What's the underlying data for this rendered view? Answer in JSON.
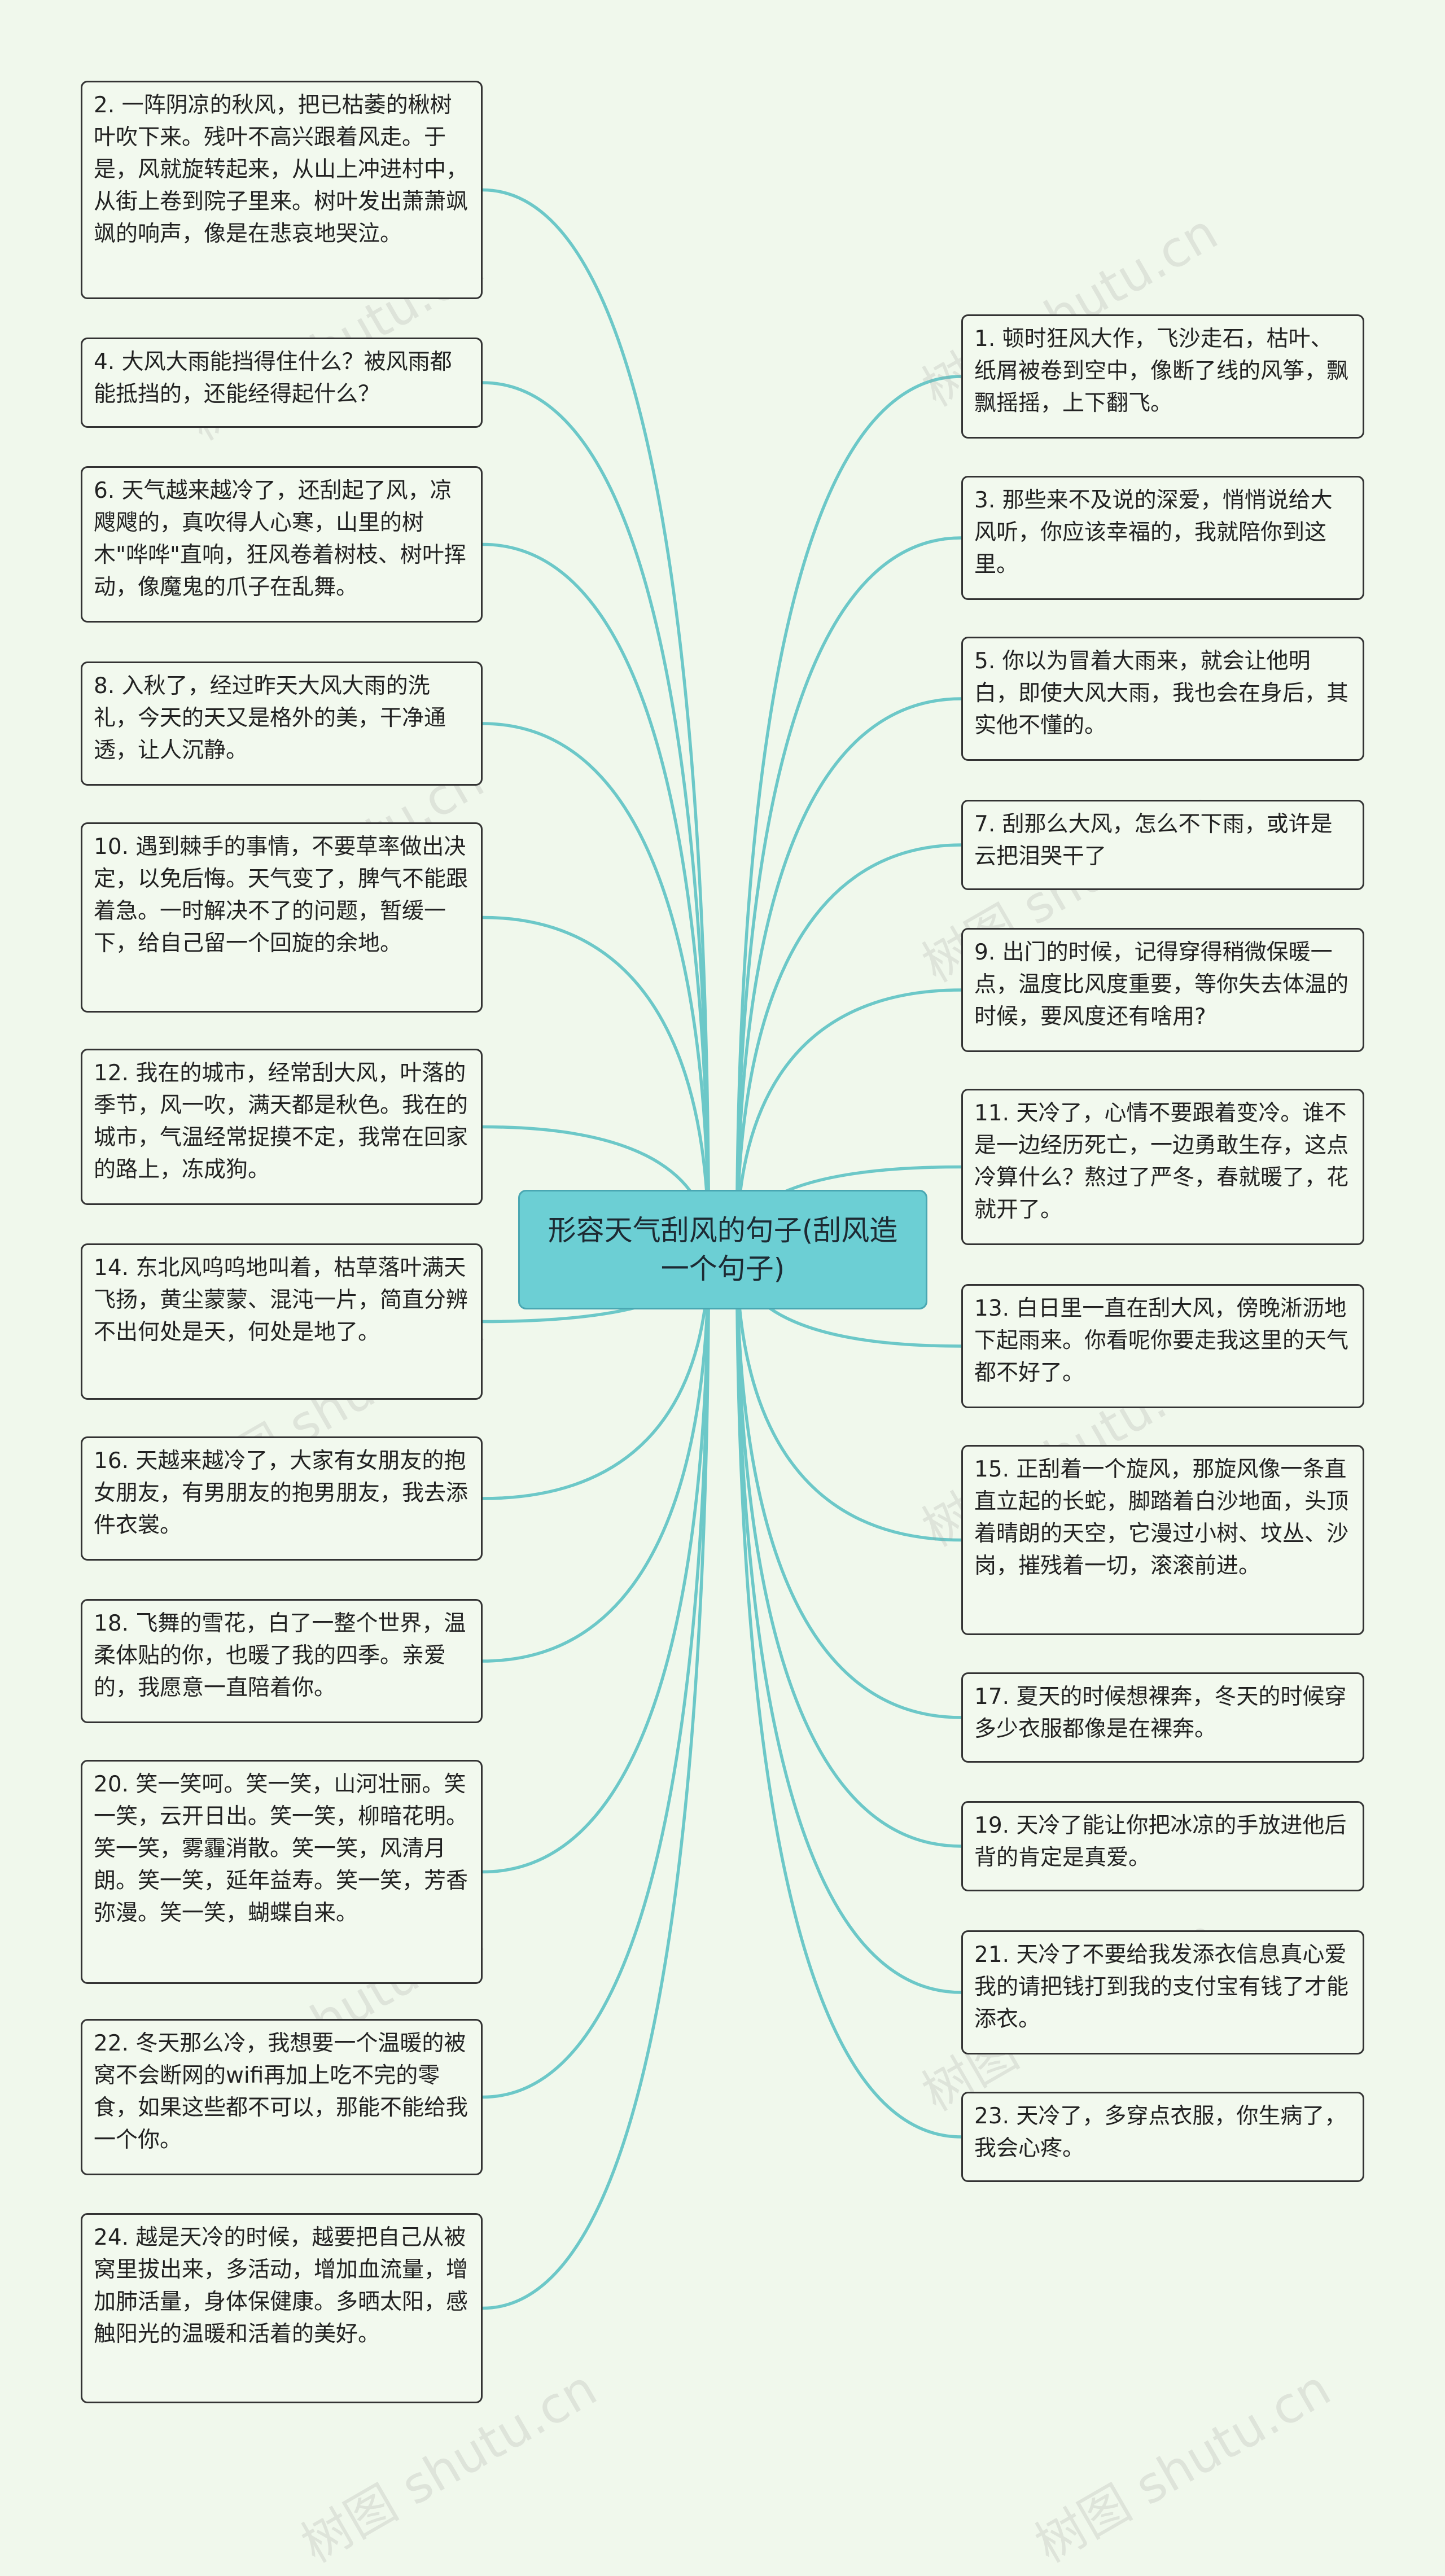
{
  "title": "形容天气刮风的句子(刮风造一个句子)",
  "watermark": "树图 shutu.cn",
  "colors": {
    "background": "#f0f8ec",
    "link": "#6cc8c8",
    "center_fill": "#6ccfd4",
    "node_border": "#333333"
  },
  "left_items": [
    "2. 一阵阴凉的秋风，把已枯萎的楸树叶吹下来。残叶不高兴跟着风走。于是，风就旋转起来，从山上冲进村中，从街上卷到院子里来。树叶发出萧萧飒飒的响声，像是在悲哀地哭泣。",
    "4. 大风大雨能挡得住什么？被风雨都能抵挡的，还能经得起什么？",
    "6. 天气越来越冷了，还刮起了风，凉飕飕的，真吹得人心寒，山里的树木\"哗哗\"直响，狂风卷着树枝、树叶挥动，像魔鬼的爪子在乱舞。",
    "8. 入秋了，经过昨天大风大雨的洗礼，今天的天又是格外的美，干净通透，让人沉静。",
    "10. 遇到棘手的事情，不要草率做出决定，以免后悔。天气变了，脾气不能跟着急。一时解决不了的问题，暂缓一下，给自己留一个回旋的余地。",
    "12. 我在的城市，经常刮大风，叶落的季节，风一吹，满天都是秋色。我在的城市，气温经常捉摸不定，我常在回家的路上，冻成狗。",
    "14. 东北风呜呜地叫着，枯草落叶满天飞扬，黄尘蒙蒙、混沌一片，简直分辨不出何处是天，何处是地了。",
    "16. 天越来越冷了，大家有女朋友的抱女朋友，有男朋友的抱男朋友，我去添件衣裳。",
    "18. 飞舞的雪花，白了一整个世界，温柔体贴的你，也暖了我的四季。亲爱的，我愿意一直陪着你。",
    "20. 笑一笑呵。笑一笑，山河壮丽。笑一笑，云开日出。笑一笑，柳暗花明。笑一笑，雾霾消散。笑一笑，风清月朗。笑一笑，延年益寿。笑一笑，芳香弥漫。笑一笑，蝴蝶自来。",
    "22. 冬天那么冷，我想要一个温暖的被窝不会断网的wifi再加上吃不完的零食，如果这些都不可以，那能不能给我一个你。",
    "24. 越是天冷的时候，越要把自己从被窝里拔出来，多活动，增加血流量，增加肺活量，身体保健康。多晒太阳，感触阳光的温暖和活着的美好。"
  ],
  "right_items": [
    "1. 顿时狂风大作，飞沙走石，枯叶、纸屑被卷到空中，像断了线的风筝，飘飘摇摇，上下翻飞。",
    "3. 那些来不及说的深爱，悄悄说给大风听，你应该幸福的，我就陪你到这里。",
    "5. 你以为冒着大雨来，就会让他明白，即使大风大雨，我也会在身后，其实他不懂的。",
    "7. 刮那么大风，怎么不下雨，或许是云把泪哭干了",
    "9. 出门的时候，记得穿得稍微保暖一点，温度比风度重要，等你失去体温的时候，要风度还有啥用?",
    "11. 天冷了，心情不要跟着变冷。谁不是一边经历死亡，一边勇敢生存，这点冷算什么？熬过了严冬，春就暖了，花就开了。",
    "13. 白日里一直在刮大风，傍晚淅沥地下起雨来。你看呢你要走我这里的天气都不好了。",
    "15. 正刮着一个旋风，那旋风像一条直直立起的长蛇，脚踏着白沙地面，头顶着晴朗的天空，它漫过小树、坟丛、沙岗，摧残着一切，滚滚前进。",
    "17. 夏天的时候想裸奔，冬天的时候穿多少衣服都像是在裸奔。",
    "19. 天冷了能让你把冰凉的手放进他后背的肯定是真爱。",
    "21. 天冷了不要给我发添衣信息真心爱我的请把钱打到我的支付宝有钱了才能添衣。",
    "23. 天冷了，多穿点衣服，你生病了，我会心疼。"
  ]
}
